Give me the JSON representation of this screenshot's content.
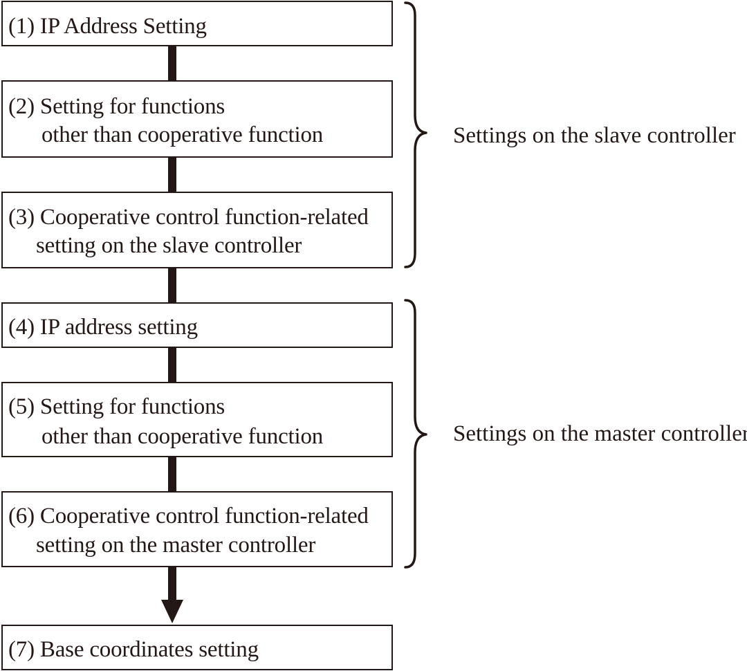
{
  "steps": [
    {
      "lines": [
        "(1) IP Address Setting"
      ]
    },
    {
      "lines": [
        "(2) Setting for functions",
        "other than cooperative function"
      ]
    },
    {
      "lines": [
        "(3) Cooperative control function-related",
        "setting on the slave controller"
      ]
    },
    {
      "lines": [
        "(4) IP address setting"
      ]
    },
    {
      "lines": [
        "(5) Setting for functions",
        "other than cooperative function"
      ]
    },
    {
      "lines": [
        "(6) Cooperative control function-related",
        "setting on the master controller"
      ]
    },
    {
      "lines": [
        "(7) Base coordinates setting"
      ]
    }
  ],
  "groups": [
    {
      "label": "Settings on the slave controller",
      "steps": [
        "(1)",
        "(2)",
        "(3)"
      ]
    },
    {
      "label": "Settings on the master controller",
      "steps": [
        "(4)",
        "(5)",
        "(6)"
      ]
    }
  ],
  "colors": {
    "stroke": "#231815",
    "background": "#ffffff"
  }
}
